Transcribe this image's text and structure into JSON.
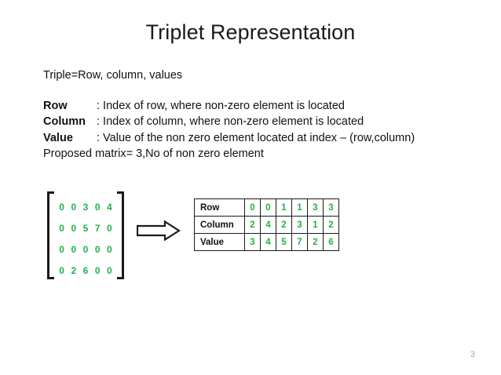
{
  "slide": {
    "title": "Triplet Representation",
    "page_number": "3",
    "accent_green": "#22b14c",
    "text_color": "#111111"
  },
  "body": {
    "intro": "Triple=Row, column, values",
    "definitions": [
      {
        "term": "Row",
        "desc": ": Index of row, where non-zero element is located"
      },
      {
        "term": "Column",
        "desc": ": Index of column, where non-zero element is located"
      },
      {
        "term": "Value",
        "desc": ": Value of the non zero element located at index – (row,column)"
      }
    ],
    "footer_line": "Proposed matrix= 3,No of non zero element"
  },
  "matrix": {
    "rows": [
      [
        "0",
        "0",
        "3",
        "0",
        "4"
      ],
      [
        "0",
        "0",
        "5",
        "7",
        "0"
      ],
      [
        "0",
        "0",
        "0",
        "0",
        "0"
      ],
      [
        "0",
        "2",
        "6",
        "0",
        "0"
      ]
    ]
  },
  "arrow": {
    "icon": "right-block-arrow-icon"
  },
  "triplet_table": {
    "rows": [
      {
        "label": "Row",
        "values": [
          "0",
          "0",
          "1",
          "1",
          "3",
          "3"
        ]
      },
      {
        "label": "Column",
        "values": [
          "2",
          "4",
          "2",
          "3",
          "1",
          "2"
        ]
      },
      {
        "label": "Value",
        "values": [
          "3",
          "4",
          "5",
          "7",
          "2",
          "6"
        ]
      }
    ]
  }
}
